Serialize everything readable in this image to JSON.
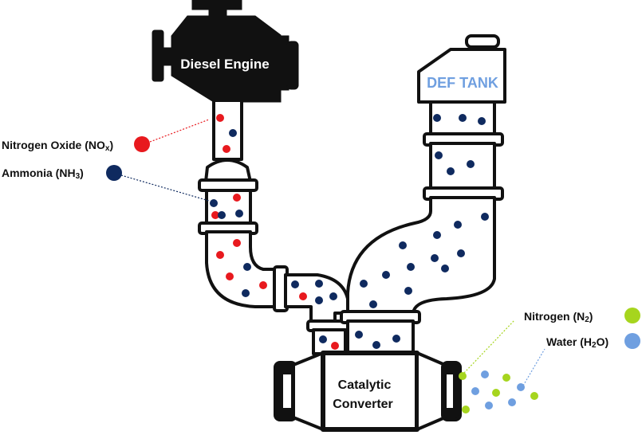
{
  "engine": {
    "label": "Diesel Engine"
  },
  "def_tank": {
    "label": "DEF TANK"
  },
  "converter": {
    "line1": "Catalytic",
    "line2": "Converter"
  },
  "legend": {
    "nox": {
      "text": "Nitrogen Oxide (NO",
      "sub": "x",
      "close": ")"
    },
    "ammonia": {
      "text": "Ammonia (NH",
      "sub": "3",
      "close": ")"
    },
    "nitrogen": {
      "text": "Nitrogen (N",
      "sub": "2",
      "close": ")"
    },
    "water": {
      "text": "Water (H",
      "sub": "2",
      "close": "O)"
    }
  },
  "colors": {
    "outline": "#111111",
    "nox": "#e8191e",
    "ammonia": "#0f2a5f",
    "nitrogen": "#a6d51e",
    "water": "#6f9fe0"
  }
}
